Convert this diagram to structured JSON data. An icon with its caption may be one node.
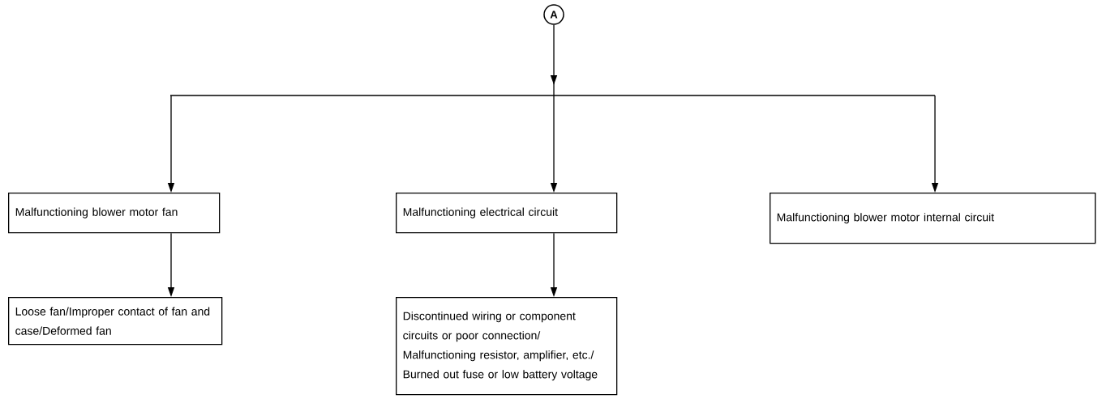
{
  "diagram": {
    "nodes": [
      {
        "text": [
          "A"
        ]
      },
      {
        "text": [
          "Malfunctioning blower motor fan"
        ]
      },
      {
        "text": [
          "Malfunctioning electrical circuit"
        ]
      },
      {
        "text": [
          "Malfunctioning blower motor internal circuit"
        ]
      },
      {
        "text": [
          "Loose fan/Improper contact of fan and case/Deformed fan"
        ]
      },
      {
        "text": [
          "Discontinued wiring or component circuits or poor connection/ Malfunctioning resistor, amplifier, etc./ Burned out fuse or low battery voltage"
        ]
      }
    ],
    "edges": [
      {
        "from": 0,
        "to": 1,
        "arrow": "to"
      },
      {
        "from": 0,
        "to": 2,
        "arrow": "to"
      },
      {
        "from": 0,
        "to": 3,
        "arrow": "to"
      },
      {
        "from": 1,
        "to": 4,
        "arrow": "to"
      },
      {
        "from": 2,
        "to": 5,
        "arrow": "to"
      }
    ]
  }
}
